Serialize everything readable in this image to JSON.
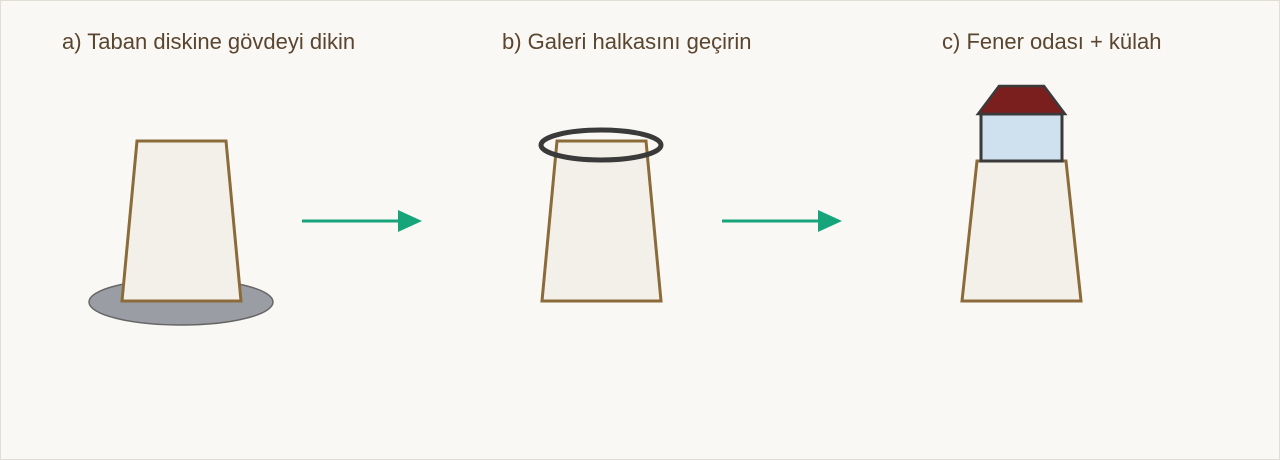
{
  "steps": [
    {
      "label": "a) Taban diskine gövdeyi dikin"
    },
    {
      "label": "b) Galeri halkasını geçirin"
    },
    {
      "label": "c) Fener odası + külah"
    }
  ],
  "colors": {
    "background": "#faf8f4",
    "label_text": "#5a4630",
    "body_fill": "#f3f0e9",
    "body_stroke": "#8b6b3a",
    "base_disk": "#9a9ea4",
    "ring": "#3a3a3a",
    "lantern_glass": "#cfe0ee",
    "roof": "#7a1e1e",
    "arrow": "#16a57a"
  }
}
